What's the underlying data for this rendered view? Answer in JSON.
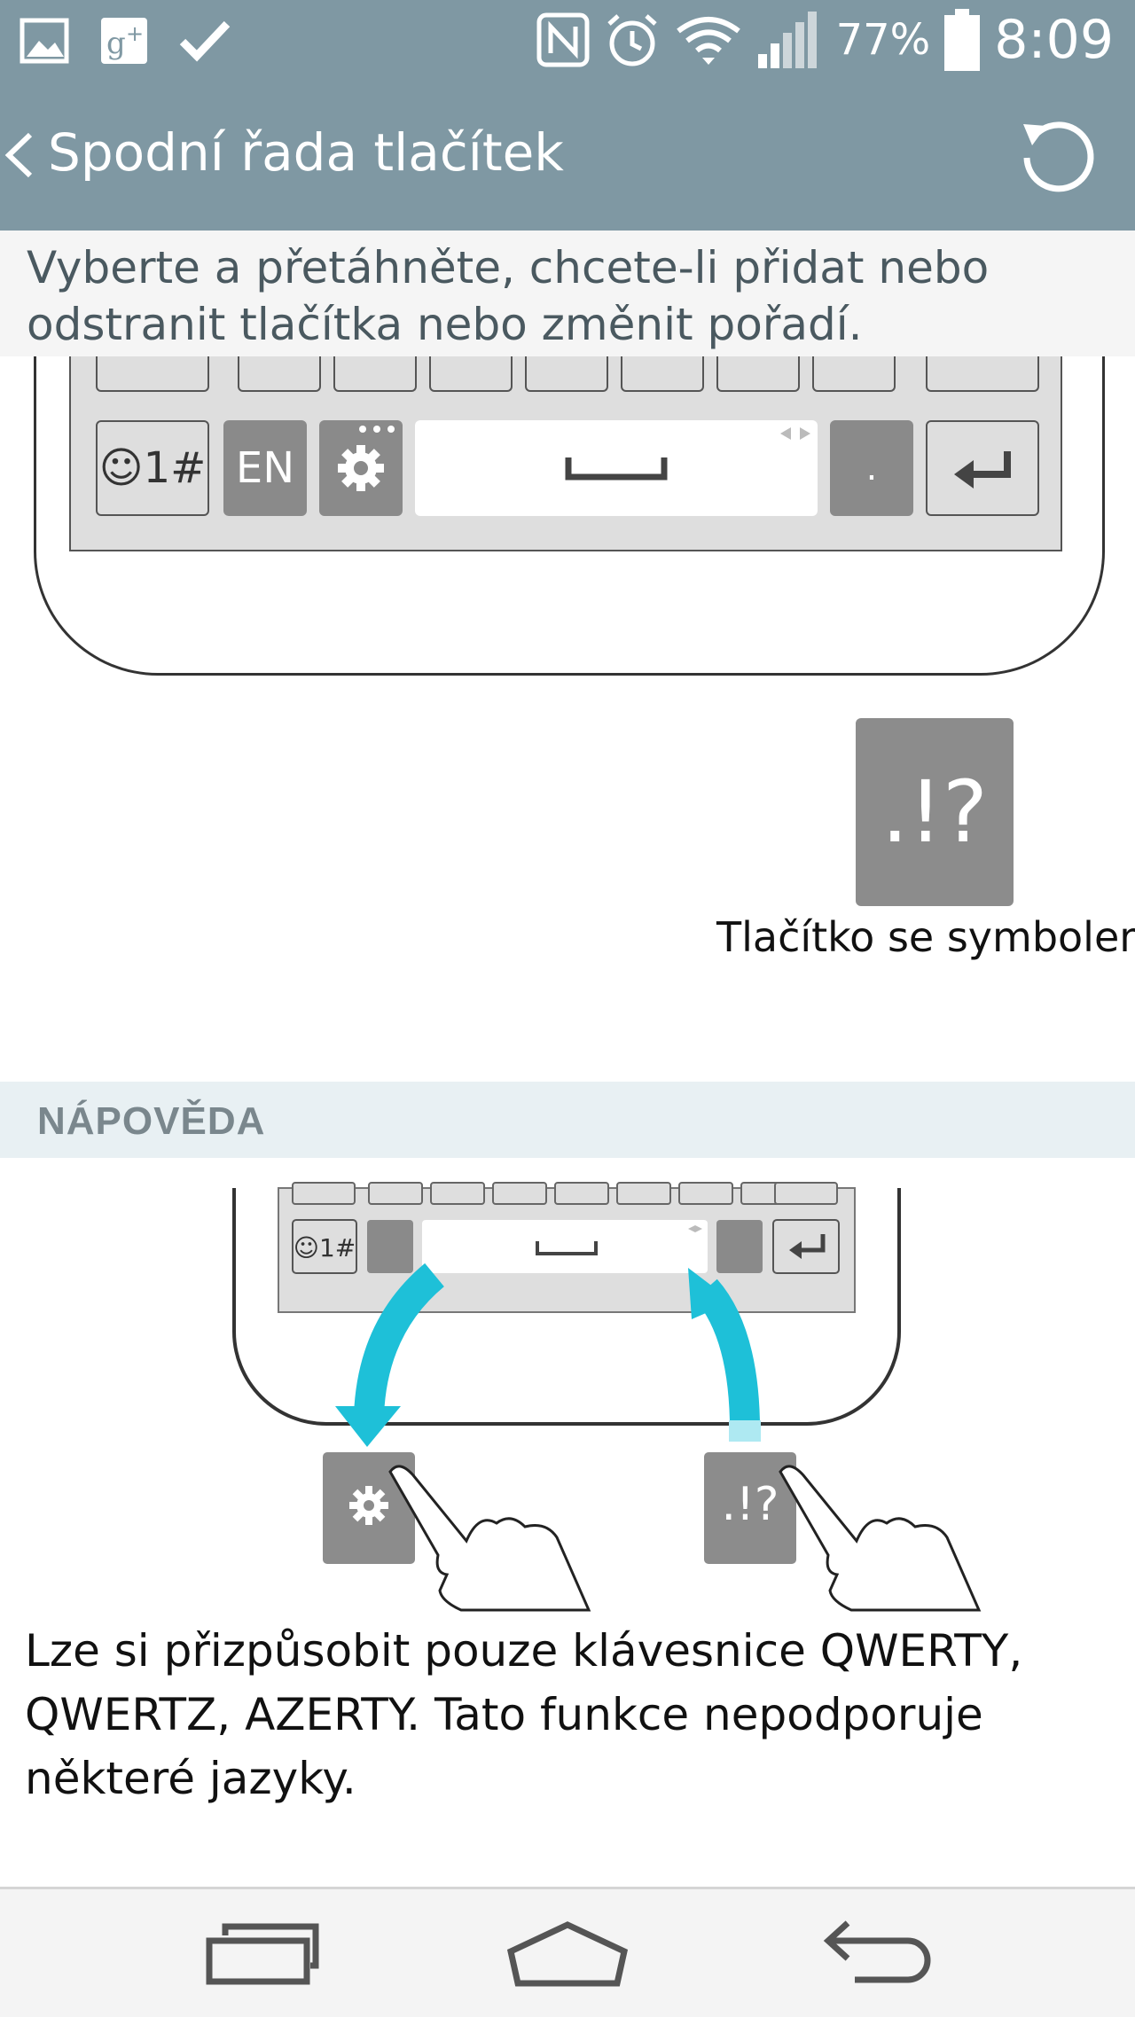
{
  "status_bar": {
    "left_icons": [
      "gallery-icon",
      "google-plus-icon",
      "check-icon"
    ],
    "right_icons": [
      "nfc-icon",
      "alarm-icon",
      "wifi-icon",
      "signal-icon",
      "battery-icon"
    ],
    "battery_percent": "77%",
    "time": "8:09",
    "color": "#7f98a3"
  },
  "app_bar": {
    "title": "Spodní řada tlačítek",
    "back_icon": "chevron-left-icon",
    "reset_icon": "reset-icon"
  },
  "instruction": "Vyberte a přetáhněte, chcete-li přidat nebo odstranit tlačítka nebo změnit pořadí.",
  "keyboard": {
    "keys": [
      {
        "id": "emoji-symbol",
        "label": "☺1#"
      },
      {
        "id": "language",
        "label": "EN"
      },
      {
        "id": "settings",
        "icon": "gear-icon"
      },
      {
        "id": "space",
        "icon": "space-icon"
      },
      {
        "id": "period",
        "label": "."
      },
      {
        "id": "enter",
        "icon": "enter-icon"
      }
    ]
  },
  "symbol_button": {
    "label": ".!?",
    "caption": "Tlačítko se symbolem"
  },
  "help": {
    "title": "NÁPOVĚDA",
    "illustration": {
      "emoji_key": "☺1#",
      "tile_left_icon": "gear-icon",
      "tile_right_label": ".!?"
    },
    "text": "Lze si přizpůsobit pouze klávesnice QWERTY, QWERTZ, AZERTY. Tato funkce nepodporuje některé jazyky."
  },
  "nav_bar": {
    "buttons": [
      {
        "id": "recent",
        "icon": "recent-apps-icon"
      },
      {
        "id": "home",
        "icon": "home-icon"
      },
      {
        "id": "back",
        "icon": "back-icon"
      }
    ]
  },
  "colors": {
    "accent": "#7f98a3",
    "arrow": "#1ec0d8",
    "key_grey": "#8a8a8a",
    "help_header_bg": "#e8f0f3"
  }
}
